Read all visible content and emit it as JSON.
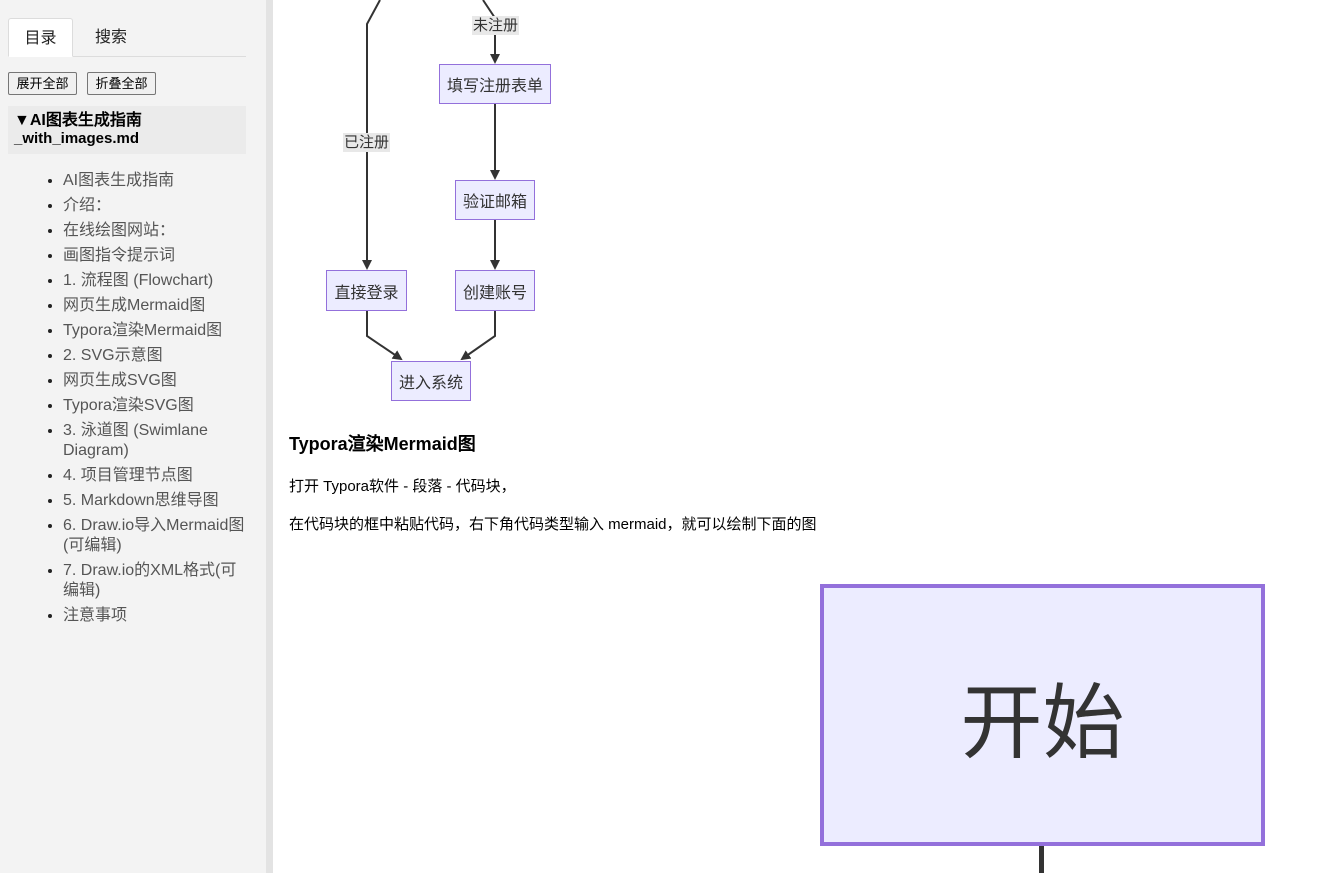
{
  "sidebar": {
    "tabs": {
      "toc": "目录",
      "search": "搜索"
    },
    "buttons": {
      "expand_all": "展开全部",
      "collapse_all": "折叠全部"
    },
    "file_title_line1": "▼AI图表生成指南",
    "file_title_line2": "_with_images.md",
    "toc_items": [
      "AI图表生成指南",
      "介绍：",
      "在线绘图网站：",
      "画图指令提示词",
      "1. 流程图 (Flowchart)",
      "网页生成Mermaid图",
      "Typora渲染Mermaid图",
      "2. SVG示意图",
      "网页生成SVG图",
      "Typora渲染SVG图",
      "3. 泳道图 (Swimlane Diagram)",
      "4. 项目管理节点图",
      "5. Markdown思维导图",
      "6. Draw.io导入Mermaid图(可编辑)",
      "7. Draw.io的XML格式(可编辑)",
      "注意事项"
    ]
  },
  "flowchart": {
    "edge_unregistered": "未注册",
    "edge_registered": "已注册",
    "node_fill_form": "填写注册表单",
    "node_verify_email": "验证邮箱",
    "node_create_account": "创建账号",
    "node_direct_login": "直接登录",
    "node_enter_system": "进入系统"
  },
  "content": {
    "section_heading": "Typora渲染Mermaid图",
    "para1": "打开 Typora软件 - 段落 - 代码块，",
    "para2": "在代码块的框中粘贴代码，右下角代码类型输入 mermaid，就可以绘制下面的图",
    "big_node": "开始"
  },
  "colors": {
    "node_fill": "#ececff",
    "node_border": "#9370db",
    "edge": "#333333",
    "sidebar_bg": "#f3f3f3"
  }
}
